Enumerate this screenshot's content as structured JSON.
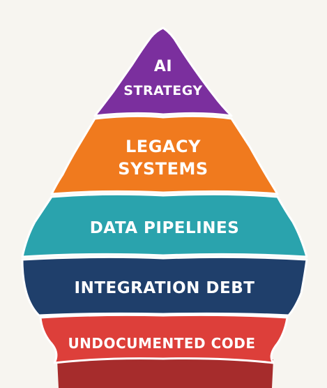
{
  "layers": [
    {
      "id": "ai-strategy",
      "lines": [
        "AI",
        "STRATEGY"
      ],
      "color": "#7b2f9e"
    },
    {
      "id": "legacy-systems",
      "lines": [
        "LEGACY",
        "SYSTEMS"
      ],
      "color": "#f07a1e"
    },
    {
      "id": "data-pipelines",
      "lines": [
        "DATA PIPELINES"
      ],
      "color": "#2aa3ad"
    },
    {
      "id": "integration-debt",
      "lines": [
        "INTEGRATION DEBT"
      ],
      "color": "#1f3f6b"
    },
    {
      "id": "undocumented-code",
      "lines": [
        "UNDOCUMENTED CODE"
      ],
      "color": "#dd3f3a"
    }
  ],
  "base_color": "#a62c2c",
  "background_color": "#f7f5f0"
}
